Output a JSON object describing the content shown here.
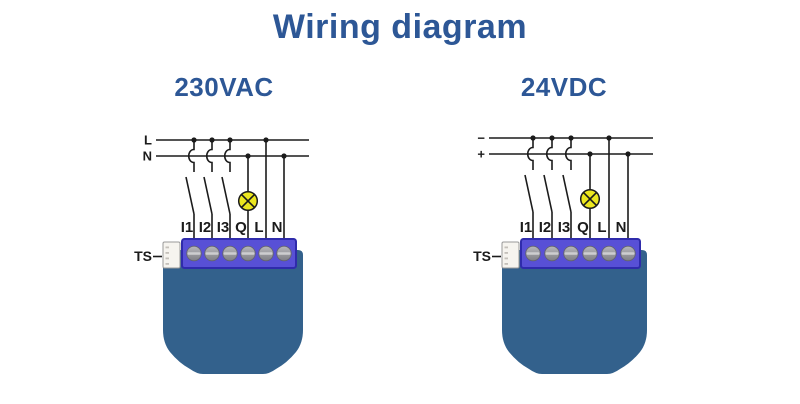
{
  "title": "Wiring diagram",
  "colors": {
    "heading": "#2d5796",
    "wire": "#1b1b1b",
    "device_body": "#33618c",
    "terminal_block": "#5850d6",
    "terminal_block_border": "#2f2bab",
    "screw": "#88888c",
    "screw_slot": "#cdcdd0",
    "lamp": "#ece71f",
    "connector": "#f6f4ef"
  },
  "diagrams": [
    {
      "heading": "230VAC",
      "line_labels": [
        "L",
        "N"
      ],
      "terminal_labels": [
        "I1",
        "I2",
        "I3",
        "Q",
        "L",
        "N"
      ],
      "connector_label": "TS"
    },
    {
      "heading": "24VDC",
      "line_labels": [
        "−",
        "+"
      ],
      "terminal_labels": [
        "I1",
        "I2",
        "I3",
        "Q",
        "L",
        "N"
      ],
      "connector_label": "TS"
    }
  ]
}
